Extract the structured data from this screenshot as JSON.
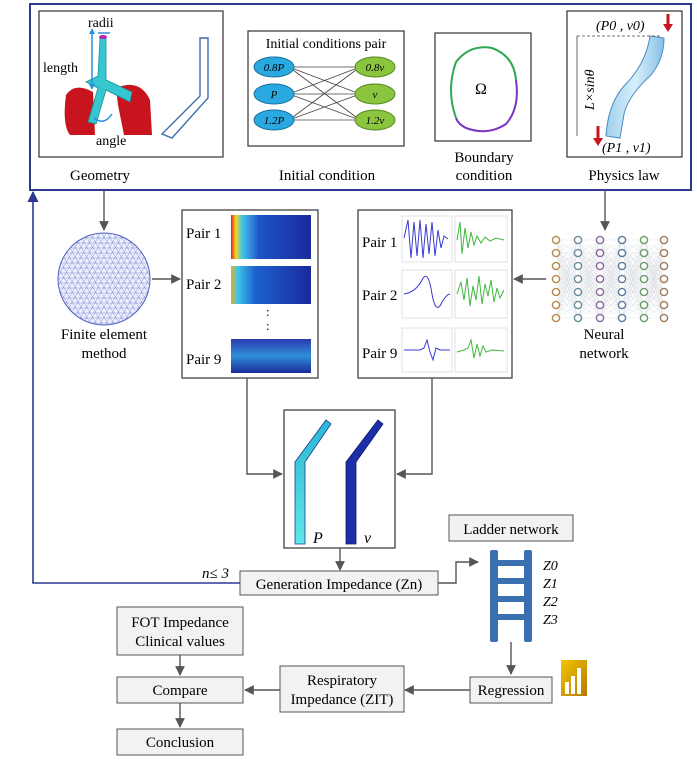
{
  "top_panel": {
    "geometry": {
      "caption": "Geometry",
      "labels": {
        "radii": "radii",
        "length": "length",
        "angle": "angle"
      }
    },
    "initial_condition": {
      "caption": "Initial condition",
      "title": "Initial conditions pair",
      "pressure_nodes": [
        "0.8P",
        "P",
        "1.2P"
      ],
      "velocity_nodes": [
        "0.8v",
        "v",
        "1.2v"
      ]
    },
    "boundary_condition": {
      "caption_line1": "Boundary",
      "caption_line2": "condition",
      "domain_symbol": "Ω"
    },
    "physics_law": {
      "caption": "Physics law",
      "top_label": "(P0 , v0)",
      "bottom_label": "(P1 , v1)",
      "side_label": "L×sinθ"
    }
  },
  "fem": {
    "line1": "Finite element",
    "line2": "method"
  },
  "nn": {
    "line1": "Neural",
    "line2": "network"
  },
  "fem_pairs": {
    "labels": [
      "Pair 1",
      "Pair 2",
      "Pair 9"
    ],
    "ellipsis": ":"
  },
  "nn_pairs": {
    "labels": [
      "Pair 1",
      "Pair 2",
      "Pair 9"
    ]
  },
  "result": {
    "p_label": "P",
    "v_label": "v"
  },
  "loop_label": "n≤ 3",
  "generation_impedance": "Generation Impedance (Zn)",
  "ladder": {
    "title": "Ladder network",
    "z_labels": [
      "Z0",
      "Z1",
      "Z2",
      "Z3"
    ]
  },
  "regression": "Regression",
  "respiratory": {
    "line1": "Respiratory",
    "line2": "Impedance (ZIT)"
  },
  "fot": {
    "line1": "FOT Impedance",
    "line2": "Clinical values"
  },
  "compare": "Compare",
  "conclusion": "Conclusion",
  "colors": {
    "frame_blue": "#2b3990",
    "ladder_blue": "#3a6fb0",
    "p_node": "#29a9e0",
    "v_node": "#8bc53f",
    "lung_red": "#c8141e",
    "airway_cyan": "#36c6cf",
    "heatmap_blue": "#1d2fa8",
    "nn_green": "#3db83d",
    "signal_blue": "#3b3bd0",
    "chart_gold": "#e0a800"
  }
}
